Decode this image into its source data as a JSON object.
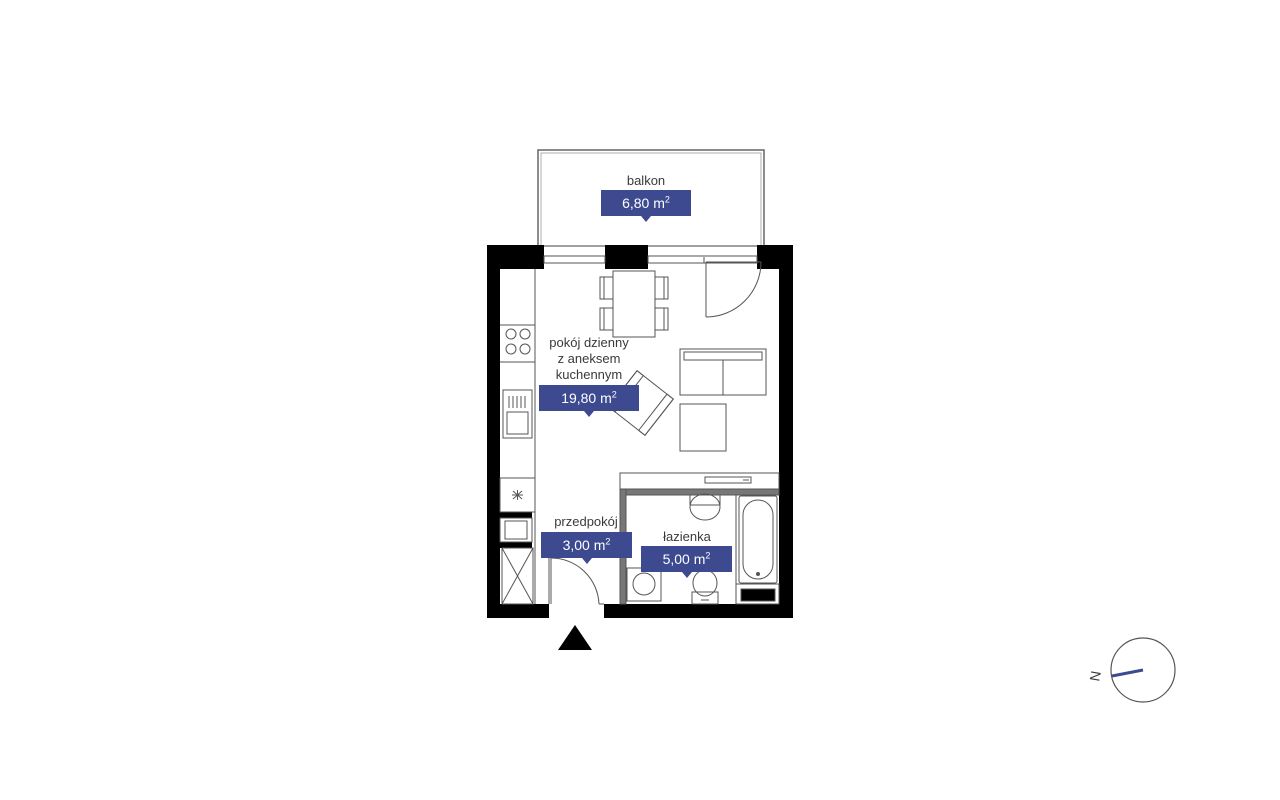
{
  "rooms": {
    "balkon": {
      "name": "balkon",
      "area": "6,80 m",
      "unit_sup": "2"
    },
    "pokoj": {
      "name_line1": "pokój dzienny",
      "name_line2": "z aneksem",
      "name_line3": "kuchennym",
      "area": "19,80 m",
      "unit_sup": "2"
    },
    "przedpokoj": {
      "name": "przedpokój",
      "area": "3,00 m",
      "unit_sup": "2"
    },
    "lazienka": {
      "name": "łazienka",
      "area": "5,00 m",
      "unit_sup": "2"
    }
  },
  "compass": {
    "label": "N"
  },
  "colors": {
    "accent": "#3d4a8f",
    "walls": "#000000",
    "lines": "#555555"
  }
}
